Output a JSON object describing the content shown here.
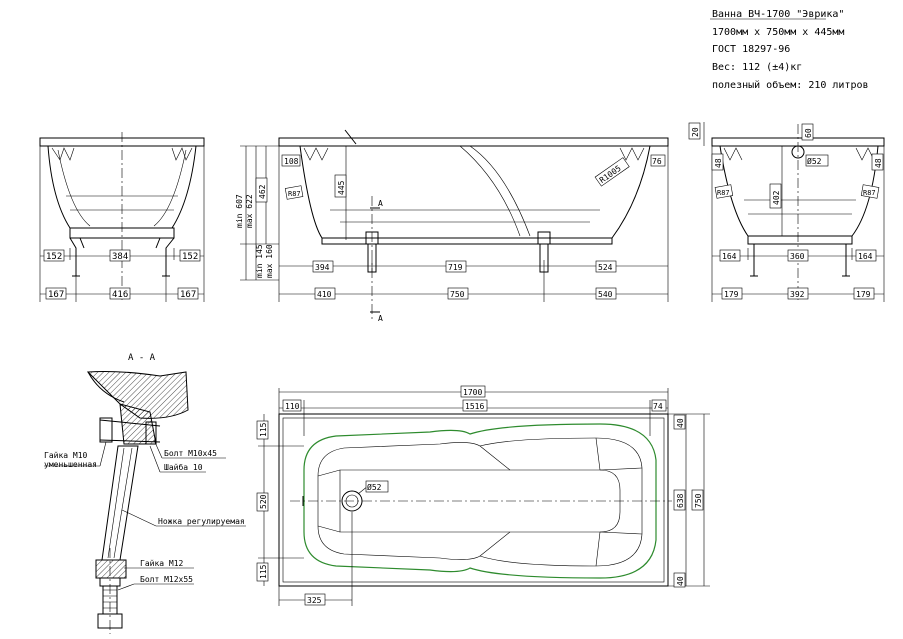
{
  "spec": {
    "line1": "Ванна ВЧ-1700 \"Эврика\"",
    "line2": "1700мм х 750мм х 445мм",
    "line3": "ГОСТ 18297-96",
    "line4": "Вес: 112 (±4)кг",
    "line5": "полезный объем: 210 литров"
  },
  "front_view": {
    "dims_top": [
      "152",
      "384",
      "152"
    ],
    "dims_bottom": [
      "167",
      "416",
      "167"
    ]
  },
  "side_view": {
    "dim_108": "108",
    "dim_445": "445",
    "dim_r1005": "R1005",
    "dim_76": "76",
    "dim_r87": "R87",
    "dim_min607": "min 607",
    "dim_max622": "max 622",
    "dim_462": "462",
    "dim_min145": "min 145",
    "dim_max160": "max 160",
    "dims_top": [
      "394",
      "719",
      "524"
    ],
    "dims_bottom": [
      "410",
      "750",
      "540"
    ],
    "section_mark": "A"
  },
  "end_view": {
    "dim_20": "20",
    "dim_60": "60",
    "dim_48l": "48",
    "dim_48r": "48",
    "dim_phi52": "Ø52",
    "dim_402": "402",
    "dim_r87l": "R87",
    "dim_r87r": "R87",
    "dims_top": [
      "164",
      "360",
      "164"
    ],
    "dims_bottom": [
      "179",
      "392",
      "179"
    ]
  },
  "section": {
    "title": "А - А",
    "label_nut_m10_1": "Гайка М10",
    "label_nut_m10_2": "уменьшенная",
    "label_bolt_m10": "Болт М10х45",
    "label_washer": "Шайба 10",
    "label_leg": "Ножка регулируемая",
    "label_nut_m12": "Гайка М12",
    "label_bolt_m12": "Болт М12х55"
  },
  "plan_view": {
    "dim_1700": "1700",
    "dim_110": "110",
    "dim_1516": "1516",
    "dim_74": "74",
    "dim_115a": "115",
    "dim_520": "520",
    "dim_115b": "115",
    "dim_phi52": "Ø52",
    "dim_325": "325",
    "dim_40a": "40",
    "dim_638": "638",
    "dim_750": "750",
    "dim_40b": "40"
  }
}
